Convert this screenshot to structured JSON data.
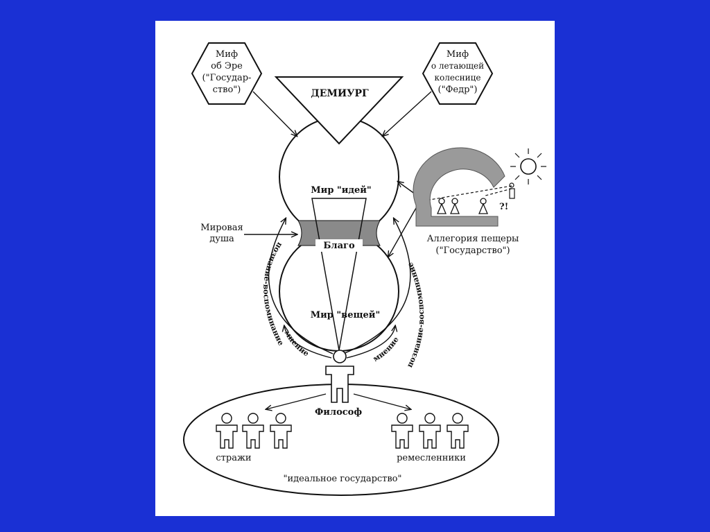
{
  "diagram": {
    "myth_er": {
      "line1": "Миф",
      "line2": "об Эре",
      "line3": "(\"Государ-",
      "line4": "ство\")"
    },
    "myth_chariot": {
      "line1": "Миф",
      "line2": "о летающей",
      "line3": "колеснице",
      "line4": "(\"Федр\")"
    },
    "demiurge": "ДЕМИУРГ",
    "world_ideas": "Мир \"идей\"",
    "world_soul": {
      "line1": "Мировая",
      "line2": "душа"
    },
    "good": "Благо",
    "world_things": "Мир \"вещей\"",
    "cognition_left": "познание-воспоминание",
    "cognition_right": "познание-воспоминание",
    "opinion_left": "мнение",
    "opinion_right": "мнение",
    "cave": {
      "line1": "Аллегория пещеры",
      "line2": "(\"Государство\")",
      "marks": "?!"
    },
    "philosopher": "Философ",
    "guards": "стражи",
    "craftsmen": "ремесленники",
    "ideal_state": "\"идеальное государство\""
  },
  "colors": {
    "background": "#1a30d4",
    "paper": "#ffffff",
    "ink": "#111111",
    "soul_band": "#8a8a8a",
    "cave_gray": "#9a9a9a"
  }
}
